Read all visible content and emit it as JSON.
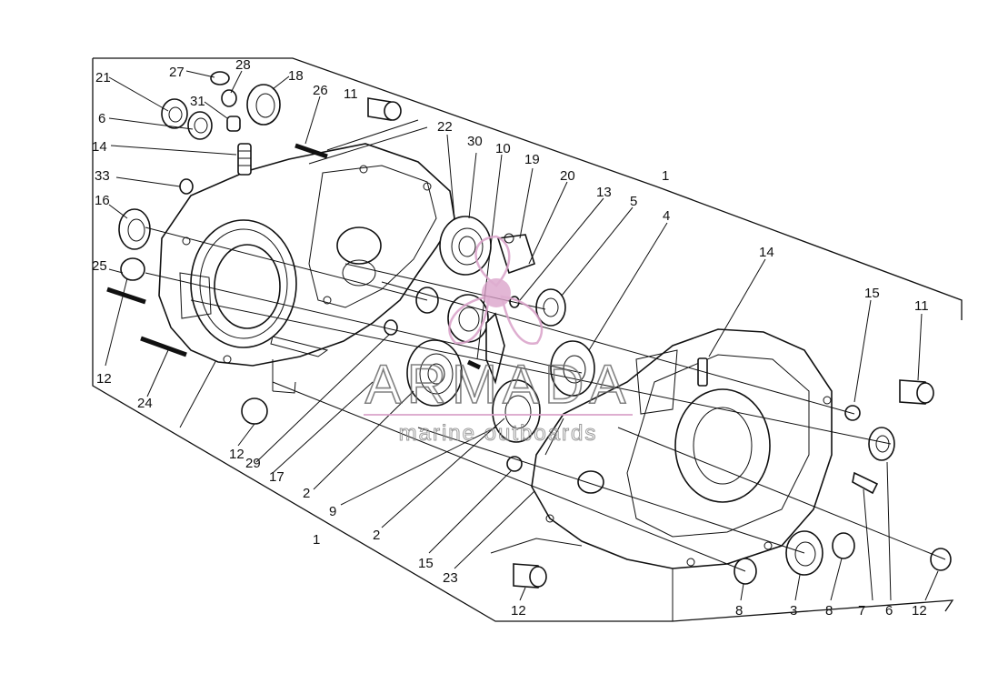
{
  "watermark": {
    "brand": "ARMADA",
    "tagline": "marine outboards",
    "accent_color": "#d9a0c8"
  },
  "callouts": [
    {
      "id": "c21",
      "text": "21"
    },
    {
      "id": "c27",
      "text": "27"
    },
    {
      "id": "c28",
      "text": "28"
    },
    {
      "id": "c18",
      "text": "18"
    },
    {
      "id": "c26",
      "text": "26"
    },
    {
      "id": "c11a",
      "text": "11"
    },
    {
      "id": "c31",
      "text": "31"
    },
    {
      "id": "c6a",
      "text": "6"
    },
    {
      "id": "c14a",
      "text": "14"
    },
    {
      "id": "c33",
      "text": "33"
    },
    {
      "id": "c16",
      "text": "16"
    },
    {
      "id": "c25",
      "text": "25"
    },
    {
      "id": "c12a",
      "text": "12"
    },
    {
      "id": "c24",
      "text": "24"
    },
    {
      "id": "c12b",
      "text": "12"
    },
    {
      "id": "c29",
      "text": "29"
    },
    {
      "id": "c17",
      "text": "17"
    },
    {
      "id": "c2a",
      "text": "2"
    },
    {
      "id": "c9",
      "text": "9"
    },
    {
      "id": "c2b",
      "text": "2"
    },
    {
      "id": "c1a",
      "text": "1"
    },
    {
      "id": "c15a",
      "text": "15"
    },
    {
      "id": "c23",
      "text": "23"
    },
    {
      "id": "c12c",
      "text": "12"
    },
    {
      "id": "c22",
      "text": "22"
    },
    {
      "id": "c30",
      "text": "30"
    },
    {
      "id": "c10",
      "text": "10"
    },
    {
      "id": "c19",
      "text": "19"
    },
    {
      "id": "c20",
      "text": "20"
    },
    {
      "id": "c13",
      "text": "13"
    },
    {
      "id": "c5",
      "text": "5"
    },
    {
      "id": "c4",
      "text": "4"
    },
    {
      "id": "c1b",
      "text": "1"
    },
    {
      "id": "c14b",
      "text": "14"
    },
    {
      "id": "c15b",
      "text": "15"
    },
    {
      "id": "c11b",
      "text": "11"
    },
    {
      "id": "c8a",
      "text": "8"
    },
    {
      "id": "c3",
      "text": "3"
    },
    {
      "id": "c8b",
      "text": "8"
    },
    {
      "id": "c7",
      "text": "7"
    },
    {
      "id": "c6b",
      "text": "6"
    },
    {
      "id": "c12d",
      "text": "12"
    }
  ]
}
